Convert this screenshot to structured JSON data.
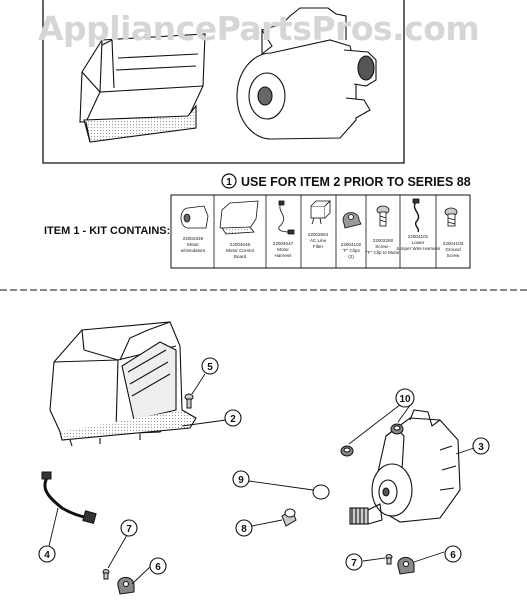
{
  "watermark": "AppliancePartsPros.com",
  "note": {
    "number": "1",
    "text": "USE FOR ITEM 2 PRIOR TO SERIES 88"
  },
  "kit": {
    "label": "ITEM 1 - KIT CONTAINS:",
    "items": [
      {
        "part": "22002349",
        "line1": "Motor",
        "line2": "w/Insulators"
      },
      {
        "part": "22004046",
        "line1": "Motor Control",
        "line2": "Board"
      },
      {
        "part": "22004047",
        "line1": "Motor",
        "line2": "Harness"
      },
      {
        "part": "22002654",
        "line1": "AC Line",
        "line2": "Filter"
      },
      {
        "part": "22004102",
        "line1": "\"F\" Clips",
        "line2": "(2)"
      },
      {
        "part": "22002260",
        "line1": "Screw -",
        "line2": "\"F\" Clip to Motor"
      },
      {
        "part": "22004101",
        "line1": "Lower",
        "line2": "Jumper Wire Harness"
      },
      {
        "part": "22004103",
        "line1": "Ground",
        "line2": "Screw"
      }
    ]
  },
  "callouts": [
    "2",
    "3",
    "4",
    "5",
    "6",
    "6",
    "7",
    "7",
    "8",
    "9",
    "10"
  ]
}
